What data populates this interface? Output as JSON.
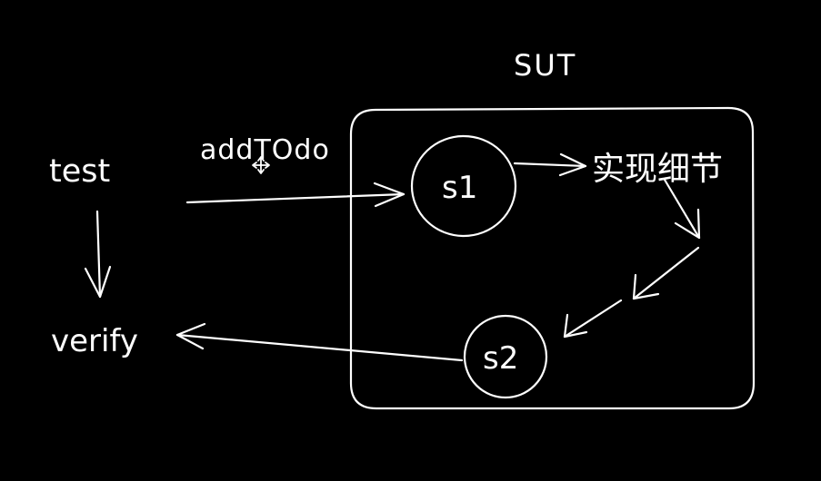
{
  "colors": {
    "background": "#000000",
    "foreground": "#ffffff"
  },
  "diagram": {
    "system_label": "SUT",
    "nodes": {
      "test": "test",
      "verify": "verify",
      "s1": "s1",
      "s2": "s2",
      "impl": "实现细节"
    },
    "edge_labels": {
      "test_to_s1": "addTOdo"
    }
  },
  "icons": {
    "cursor": "move-cursor-icon"
  }
}
